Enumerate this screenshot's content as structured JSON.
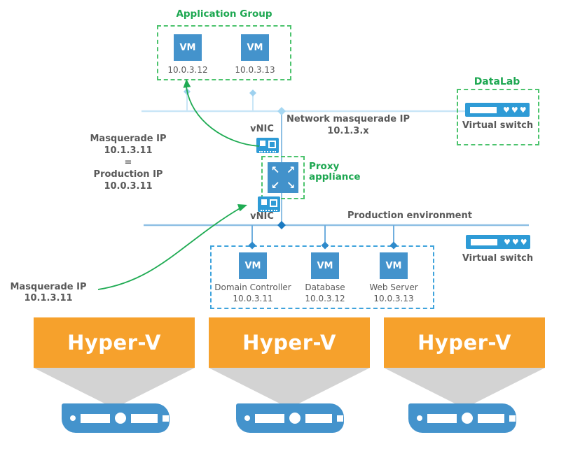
{
  "colors": {
    "green_text": "#1da751",
    "green_dash": "#4cc36d",
    "green_arrow": "#1fab53",
    "gray_text": "#595959",
    "icon_blue": "#4493cc",
    "switch_blue": "#2e9bd6",
    "orange": "#f6a12c",
    "masquerade_line": "#c9e6f7",
    "production_line": "#8fc0e4",
    "diamond_dark": "#1b7ac1",
    "diamond_light": "#9ed1ef",
    "funnel_gray": "#d3d3d3"
  },
  "icons": {
    "proxy_arrows": [
      "↖",
      "↗",
      "↙",
      "↘"
    ],
    "switch_ports": "♥♥♥"
  },
  "application_group": {
    "title": "Application Group",
    "vms": [
      {
        "label": "VM",
        "ip": "10.0.3.12"
      },
      {
        "label": "VM",
        "ip": "10.0.3.13"
      }
    ]
  },
  "datalab": {
    "title": "DataLab",
    "switch_label": "Virtual switch"
  },
  "masquerade_network": {
    "label_line1": "Network masquerade IP",
    "label_line2": "10.1.3.x"
  },
  "masquerade_note": {
    "line1": "Masquerade IP",
    "line2": "10.1.3.11",
    "line3": "=",
    "line4": "Production IP",
    "line5": "10.0.3.11"
  },
  "masquerade_note_bottom": {
    "line1": "Masquerade IP",
    "line2": "10.1.3.11"
  },
  "vnic_top_label": "vNIC",
  "vnic_bottom_label": "vNIC",
  "proxy_appliance": {
    "label_line1": "Proxy",
    "label_line2": "appliance"
  },
  "production_network": {
    "label": "Production environment",
    "switch_label": "Virtual switch",
    "vms": [
      {
        "label": "VM",
        "name": "Domain Controller",
        "ip": "10.0.3.11"
      },
      {
        "label": "VM",
        "name": "Database",
        "ip": "10.0.3.12"
      },
      {
        "label": "VM",
        "name": "Web Server",
        "ip": "10.0.3.13"
      }
    ]
  },
  "hosts": [
    {
      "label": "Hyper-V"
    },
    {
      "label": "Hyper-V"
    },
    {
      "label": "Hyper-V"
    }
  ]
}
